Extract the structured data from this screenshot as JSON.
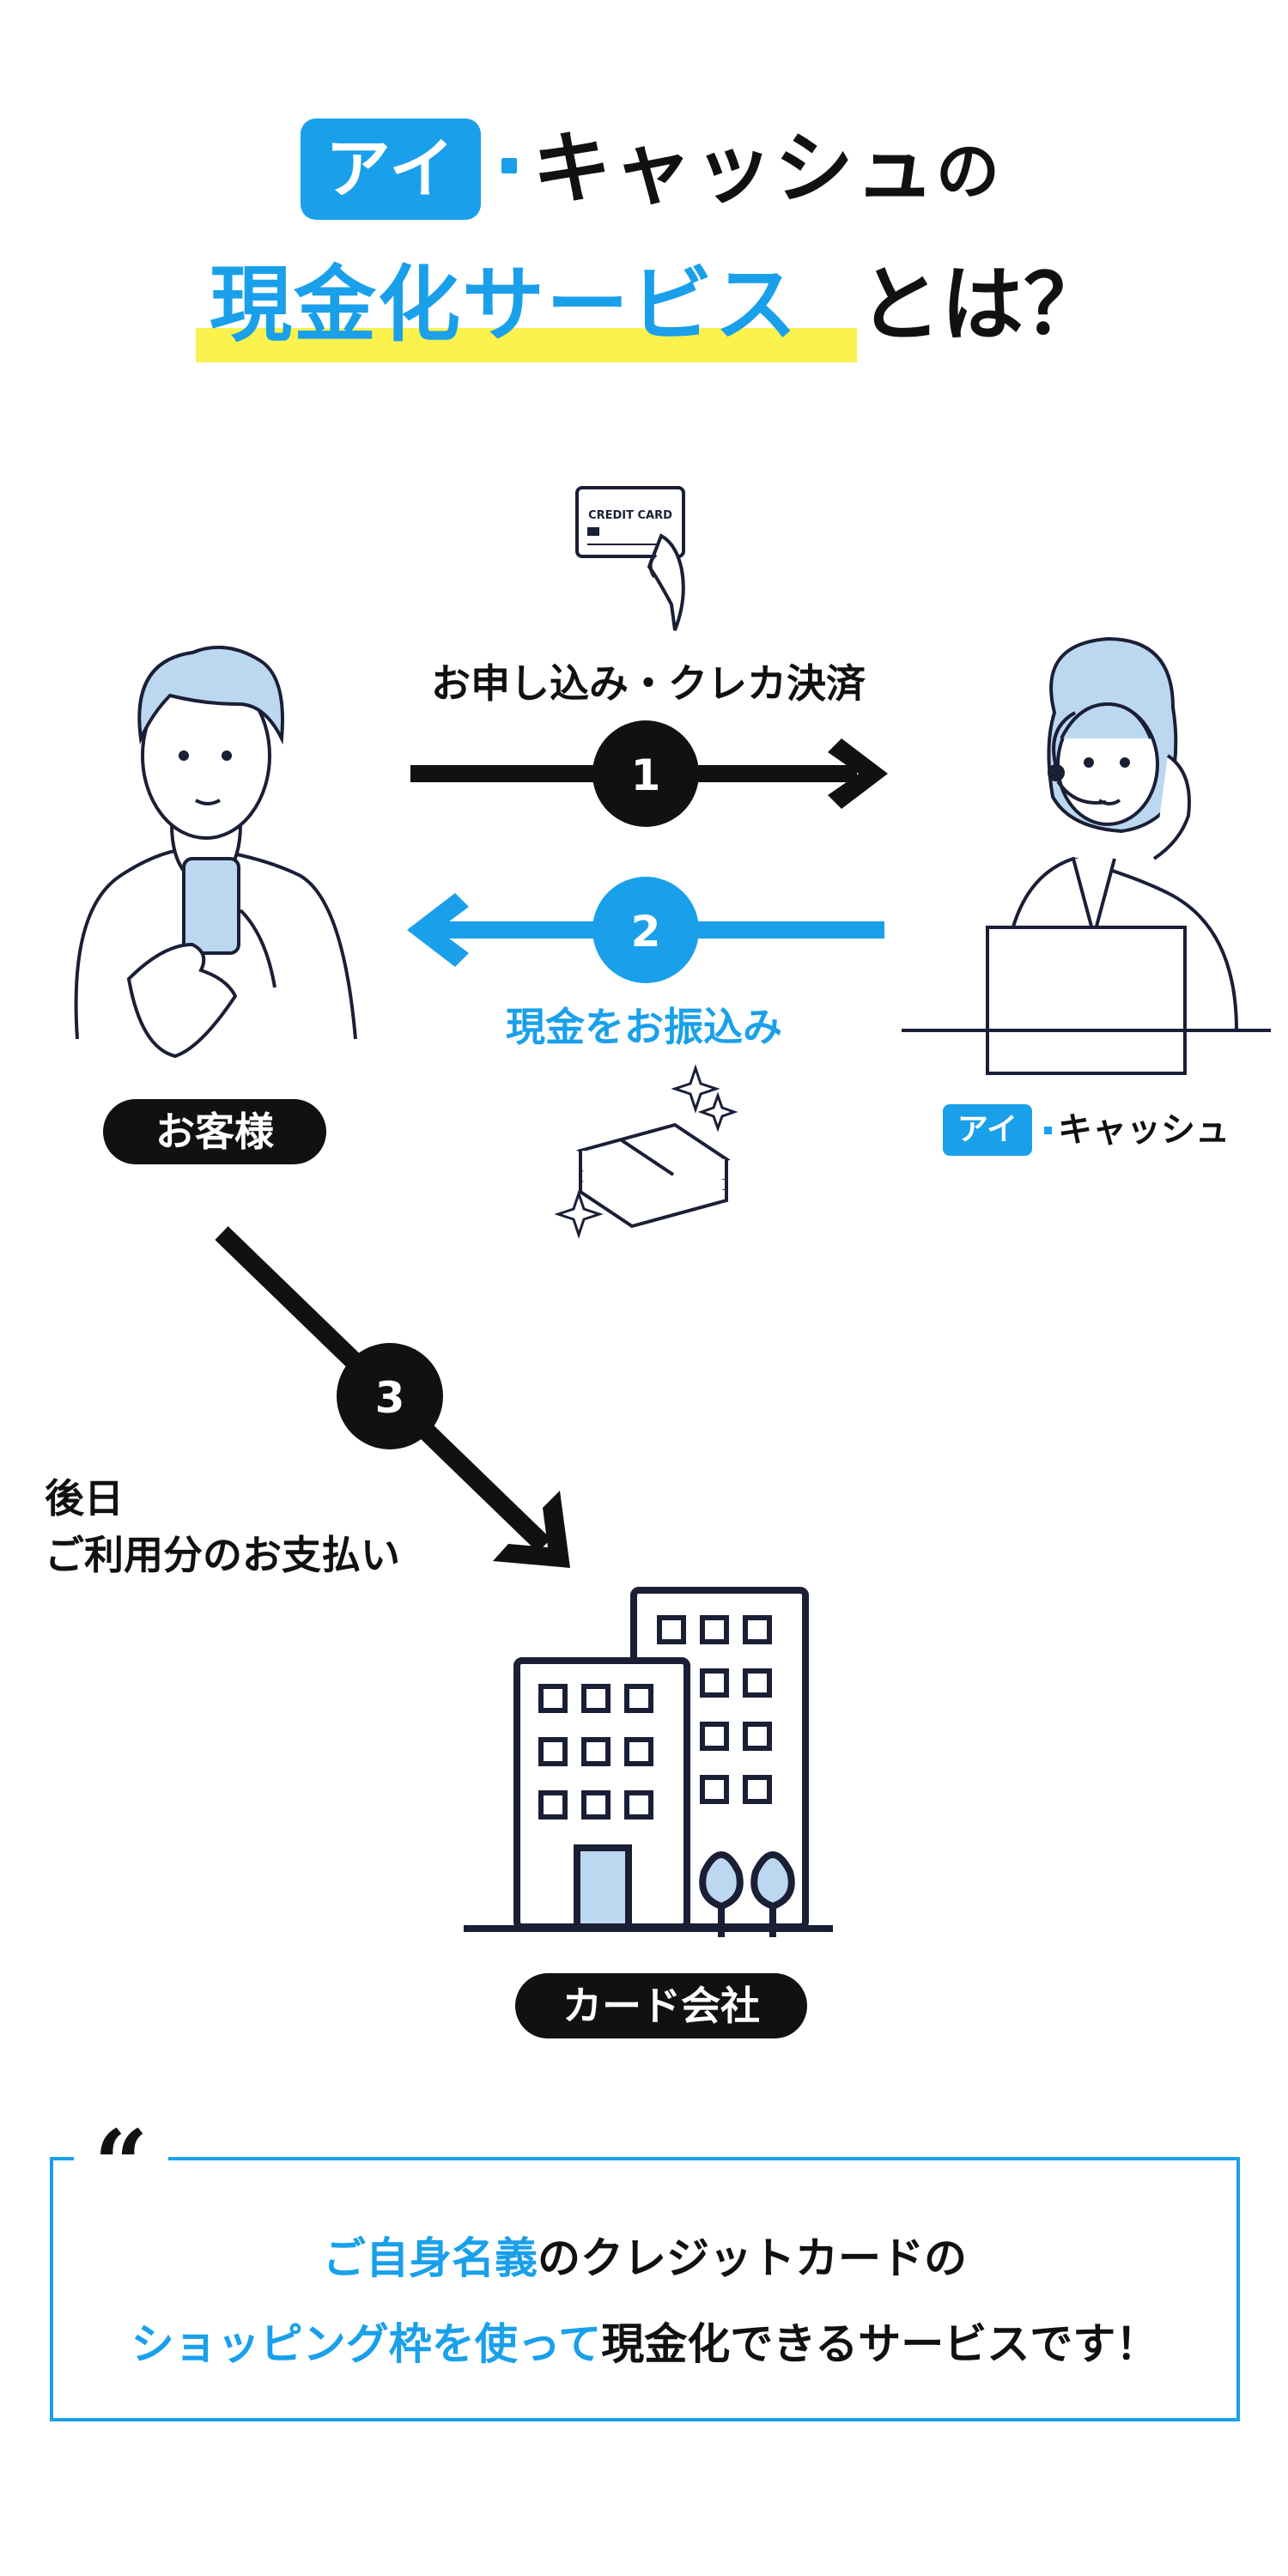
{
  "title": {
    "brand_pill": "アイ",
    "brand_rest": "キャッシュ",
    "brand_no": "の",
    "line2_blue": "現金化サービス",
    "line2_black": "とは？"
  },
  "flow": {
    "card_text": "CREDIT CARD",
    "step1": {
      "number": "1",
      "label": "お申し込み・クレカ決済"
    },
    "step2": {
      "number": "2",
      "label": "現金をお振込み"
    },
    "step3": {
      "number": "3",
      "label_line1": "後日",
      "label_line2": "ご利用分のお支払い"
    }
  },
  "actors": {
    "customer": "お客様",
    "company_logo_pill": "アイ",
    "company_logo_rest": "キャッシュ",
    "card_company": "カード会社"
  },
  "quote": {
    "mark": "“",
    "line1_blue": "ご自身名義",
    "line1_black": "のクレジットカードの",
    "line2_blue": "ショッピング枠を使って",
    "line2_black": "現金化できるサービスです！"
  },
  "colors": {
    "accent": "#1aa0ea",
    "highlight": "#fbf24e",
    "ink": "#111111",
    "light_blue": "#bcd8f0"
  }
}
